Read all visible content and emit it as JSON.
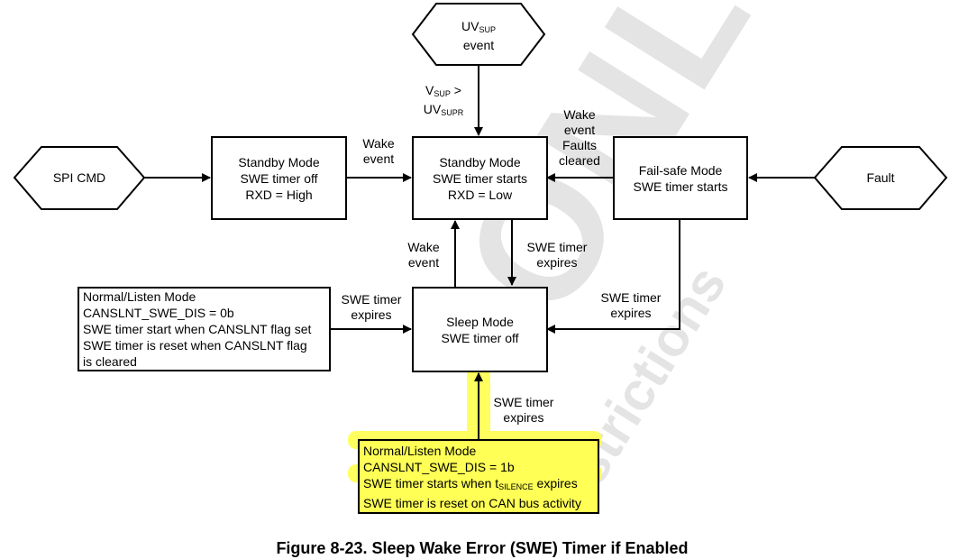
{
  "hexagons": {
    "uvsup": {
      "main": "UV",
      "sub": "SUP",
      "line2": "event"
    },
    "spi": "SPI CMD",
    "fault": "Fault"
  },
  "boxes": {
    "standby_left": [
      "Standby Mode",
      "SWE timer off",
      "RXD = High"
    ],
    "standby_center": [
      "Standby Mode",
      "SWE timer starts",
      "RXD = Low"
    ],
    "failsafe": [
      "Fail-safe Mode",
      "SWE timer starts"
    ],
    "sleep": [
      "Sleep Mode",
      "SWE timer off"
    ],
    "normal_dis0": [
      "Normal/Listen Mode",
      "CANSLNT_SWE_DIS = 0b",
      "SWE timer start when CANSLNT flag set",
      "SWE timer is reset when CANSLNT flag",
      "is cleared"
    ],
    "normal_dis1": {
      "line1": "Normal/Listen Mode",
      "line2": "CANSLNT_SWE_DIS = 1b",
      "line3_pre": "SWE timer starts when t",
      "line3_sub": "SILENCE",
      "line3_post": " expires",
      "line4": "SWE timer is reset on CAN bus activity"
    }
  },
  "labels": {
    "vsup": {
      "a": "V",
      "a_sub": "SUP",
      "a_post": " >",
      "b": "UV",
      "b_sub": "SUPR"
    },
    "wake_event_top": [
      "Wake",
      "event"
    ],
    "wake_faults": [
      "Wake",
      "event",
      "Faults",
      "cleared"
    ],
    "wake_event_up": [
      "Wake",
      "event"
    ],
    "swe_expires_down": [
      "SWE timer",
      "expires"
    ],
    "swe_expires_left": [
      "SWE timer",
      "expires"
    ],
    "swe_expires_right": [
      "SWE timer",
      "expires"
    ],
    "swe_expires_bottom": [
      "SWE timer",
      "expires"
    ]
  },
  "watermark": {
    "big": "ONLY",
    "small": "estrictions"
  },
  "caption": "Figure 8-23. Sleep Wake Error (SWE) Timer if Enabled",
  "colors": {
    "highlight": "#ffff55",
    "watermark": "#cfcfcf"
  }
}
